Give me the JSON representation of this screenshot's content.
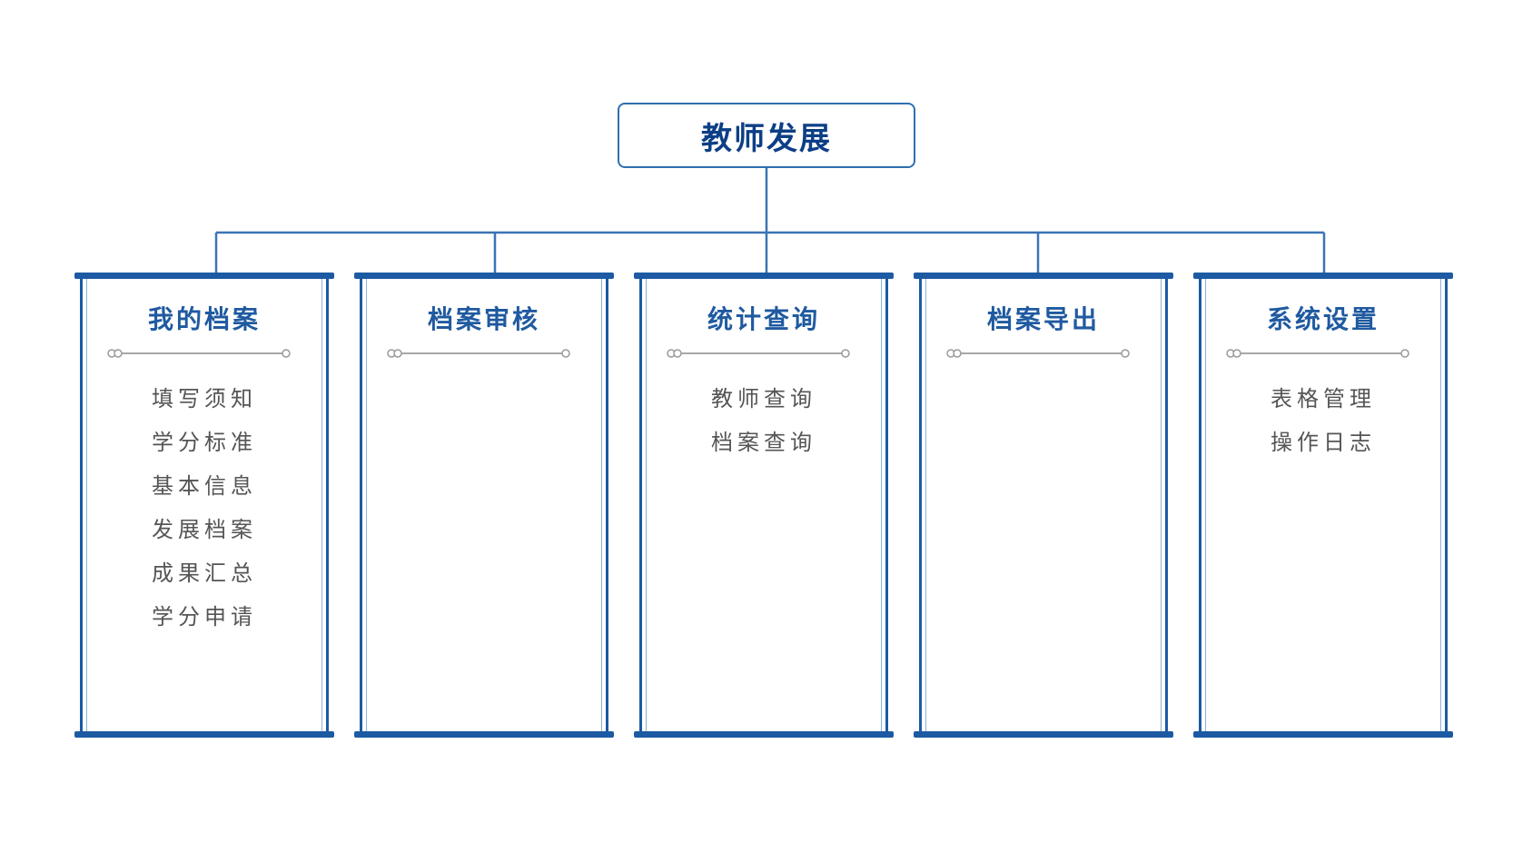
{
  "root": {
    "label": "教师发展"
  },
  "modules": [
    {
      "title": "我的档案",
      "items": [
        "填写须知",
        "学分标准",
        "基本信息",
        "发展档案",
        "成果汇总",
        "学分申请"
      ]
    },
    {
      "title": "档案审核",
      "items": []
    },
    {
      "title": "统计查询",
      "items": [
        "教师查询",
        "档案查询"
      ]
    },
    {
      "title": "档案导出",
      "items": []
    },
    {
      "title": "系统设置",
      "items": [
        "表格管理",
        "操作日志"
      ]
    }
  ],
  "colors": {
    "accent": "#1c5aa3",
    "title_text": "#1f5aa0",
    "root_text": "#0d3f86",
    "item_text": "#555555",
    "connector": "#3a74b6"
  }
}
